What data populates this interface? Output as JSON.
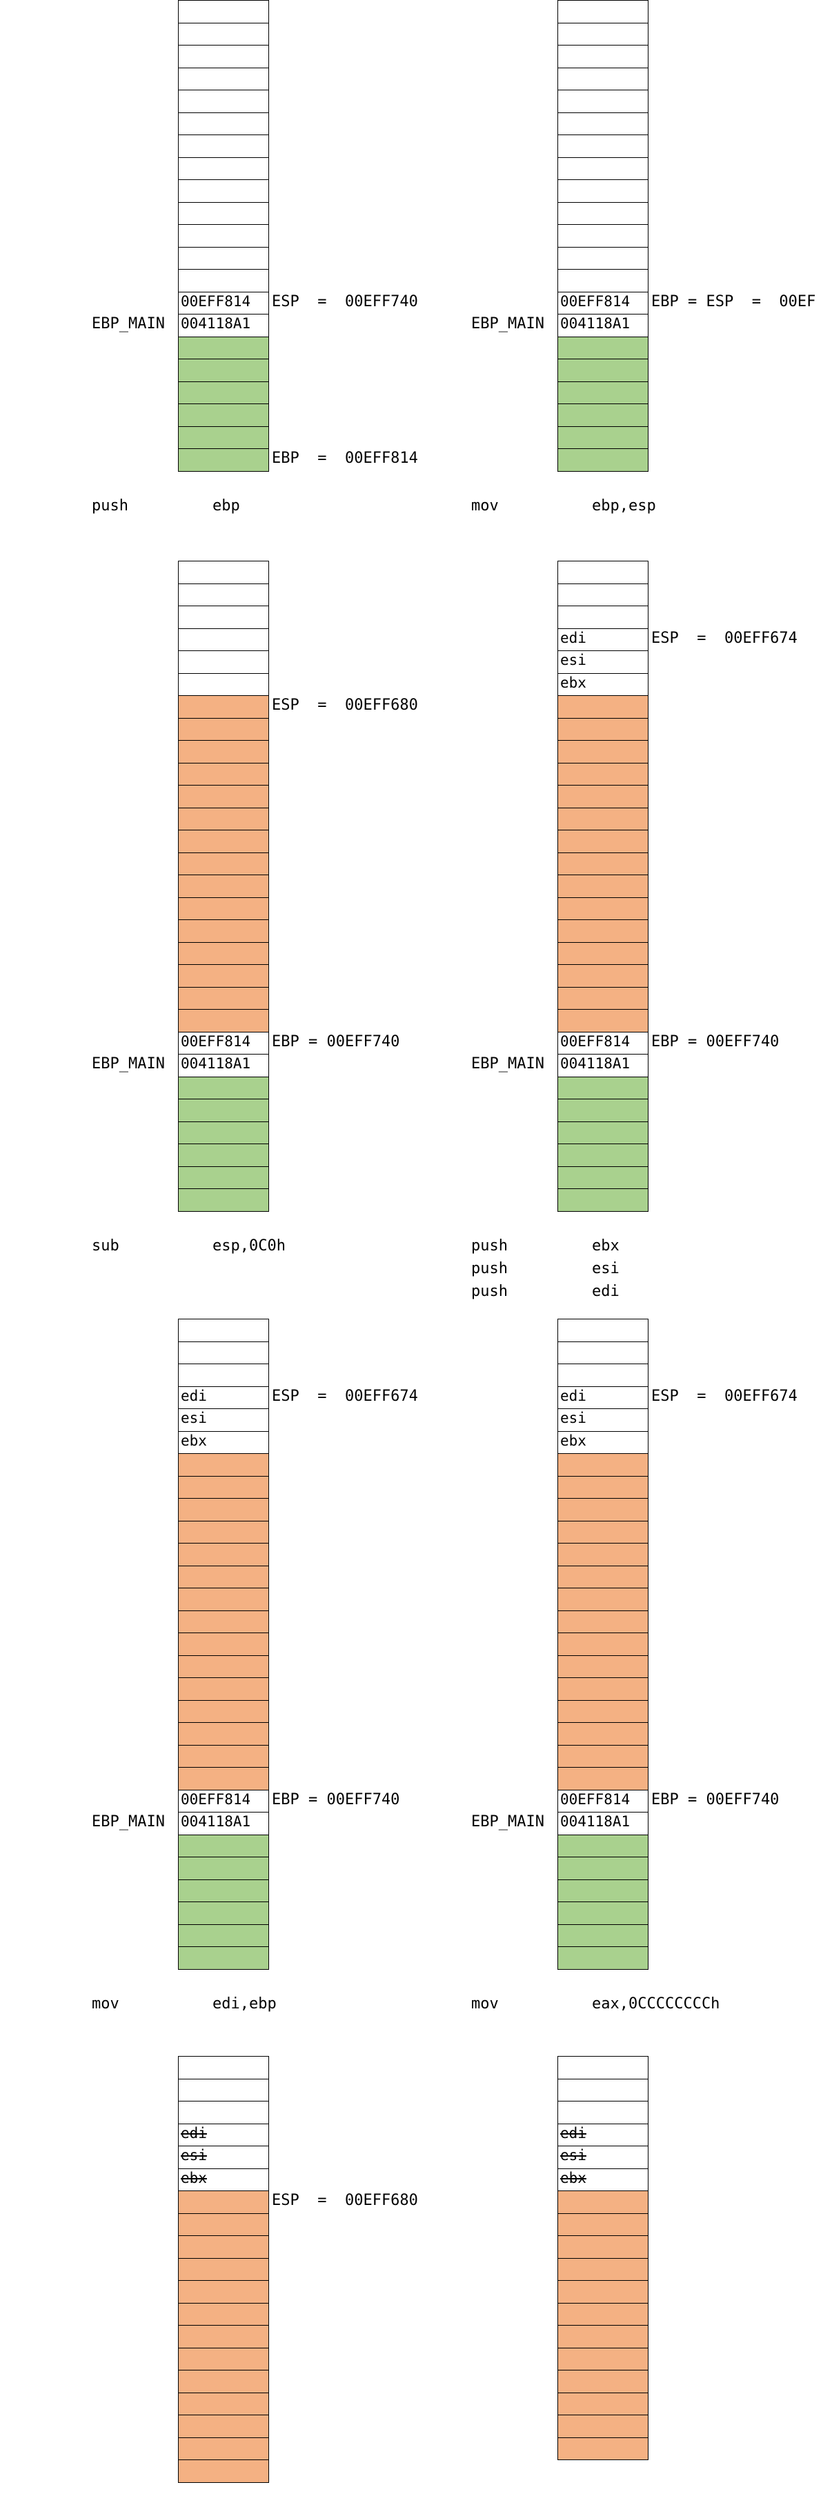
{
  "colors": {
    "stack_frame": "#a9d18e",
    "local_space": "#f4b183",
    "empty": "#ffffff",
    "line": "#000000"
  },
  "panels": [
    {
      "id": "p1",
      "cells": [
        {
          "t": "",
          "c": "w"
        },
        {
          "t": "",
          "c": "w"
        },
        {
          "t": "",
          "c": "w"
        },
        {
          "t": "",
          "c": "w"
        },
        {
          "t": "",
          "c": "w"
        },
        {
          "t": "",
          "c": "w"
        },
        {
          "t": "",
          "c": "w"
        },
        {
          "t": "",
          "c": "w"
        },
        {
          "t": "",
          "c": "w"
        },
        {
          "t": "",
          "c": "w"
        },
        {
          "t": "",
          "c": "w"
        },
        {
          "t": "",
          "c": "w"
        },
        {
          "t": "",
          "c": "w"
        },
        {
          "t": "00EFF814",
          "c": "w",
          "right": "ESP  =  00EFF740"
        },
        {
          "t": "004118A1",
          "c": "w",
          "left": "EBP_MAIN"
        },
        {
          "t": "",
          "c": "g"
        },
        {
          "t": "",
          "c": "g"
        },
        {
          "t": "",
          "c": "g"
        },
        {
          "t": "",
          "c": "g"
        },
        {
          "t": "",
          "c": "g"
        },
        {
          "t": "",
          "c": "g",
          "right": "EBP  =  00EFF814"
        }
      ],
      "instructions": [
        {
          "op": "push",
          "arg": "ebp"
        }
      ]
    },
    {
      "id": "p2",
      "cells": [
        {
          "t": "",
          "c": "w"
        },
        {
          "t": "",
          "c": "w"
        },
        {
          "t": "",
          "c": "w"
        },
        {
          "t": "",
          "c": "w"
        },
        {
          "t": "",
          "c": "w"
        },
        {
          "t": "",
          "c": "w"
        },
        {
          "t": "",
          "c": "w"
        },
        {
          "t": "",
          "c": "w"
        },
        {
          "t": "",
          "c": "w"
        },
        {
          "t": "",
          "c": "w"
        },
        {
          "t": "",
          "c": "w"
        },
        {
          "t": "",
          "c": "w"
        },
        {
          "t": "",
          "c": "w"
        },
        {
          "t": "00EFF814",
          "c": "w",
          "right": "EBP = ESP  =  00EF"
        },
        {
          "t": "004118A1",
          "c": "w",
          "left": "EBP_MAIN"
        },
        {
          "t": "",
          "c": "g"
        },
        {
          "t": "",
          "c": "g"
        },
        {
          "t": "",
          "c": "g"
        },
        {
          "t": "",
          "c": "g"
        },
        {
          "t": "",
          "c": "g"
        },
        {
          "t": "",
          "c": "g"
        }
      ],
      "instructions": [
        {
          "op": "mov",
          "arg": "ebp,esp"
        }
      ]
    },
    {
      "id": "p3",
      "cells": [
        {
          "t": "",
          "c": "w"
        },
        {
          "t": "",
          "c": "w"
        },
        {
          "t": "",
          "c": "w"
        },
        {
          "t": "",
          "c": "w"
        },
        {
          "t": "",
          "c": "w"
        },
        {
          "t": "",
          "c": "w"
        },
        {
          "t": "",
          "c": "o",
          "right": "ESP  =  00EFF680"
        },
        {
          "t": "",
          "c": "o"
        },
        {
          "t": "",
          "c": "o"
        },
        {
          "t": "",
          "c": "o"
        },
        {
          "t": "",
          "c": "o"
        },
        {
          "t": "",
          "c": "o"
        },
        {
          "t": "",
          "c": "o"
        },
        {
          "t": "",
          "c": "o"
        },
        {
          "t": "",
          "c": "o"
        },
        {
          "t": "",
          "c": "o"
        },
        {
          "t": "",
          "c": "o"
        },
        {
          "t": "",
          "c": "o"
        },
        {
          "t": "",
          "c": "o"
        },
        {
          "t": "",
          "c": "o"
        },
        {
          "t": "",
          "c": "o"
        },
        {
          "t": "00EFF814",
          "c": "w",
          "right": "EBP = 00EFF740"
        },
        {
          "t": "004118A1",
          "c": "w",
          "left": "EBP_MAIN"
        },
        {
          "t": "",
          "c": "g"
        },
        {
          "t": "",
          "c": "g"
        },
        {
          "t": "",
          "c": "g"
        },
        {
          "t": "",
          "c": "g"
        },
        {
          "t": "",
          "c": "g"
        },
        {
          "t": "",
          "c": "g"
        }
      ],
      "instructions": [
        {
          "op": "sub",
          "arg": "esp,0C0h"
        }
      ]
    },
    {
      "id": "p4",
      "cells": [
        {
          "t": "",
          "c": "w"
        },
        {
          "t": "",
          "c": "w"
        },
        {
          "t": "",
          "c": "w"
        },
        {
          "t": "edi",
          "c": "w",
          "right": "ESP  =  00EFF674"
        },
        {
          "t": "esi",
          "c": "w"
        },
        {
          "t": "ebx",
          "c": "w"
        },
        {
          "t": "",
          "c": "o"
        },
        {
          "t": "",
          "c": "o"
        },
        {
          "t": "",
          "c": "o"
        },
        {
          "t": "",
          "c": "o"
        },
        {
          "t": "",
          "c": "o"
        },
        {
          "t": "",
          "c": "o"
        },
        {
          "t": "",
          "c": "o"
        },
        {
          "t": "",
          "c": "o"
        },
        {
          "t": "",
          "c": "o"
        },
        {
          "t": "",
          "c": "o"
        },
        {
          "t": "",
          "c": "o"
        },
        {
          "t": "",
          "c": "o"
        },
        {
          "t": "",
          "c": "o"
        },
        {
          "t": "",
          "c": "o"
        },
        {
          "t": "",
          "c": "o"
        },
        {
          "t": "00EFF814",
          "c": "w",
          "right": "EBP = 00EFF740"
        },
        {
          "t": "004118A1",
          "c": "w",
          "left": "EBP_MAIN"
        },
        {
          "t": "",
          "c": "g"
        },
        {
          "t": "",
          "c": "g"
        },
        {
          "t": "",
          "c": "g"
        },
        {
          "t": "",
          "c": "g"
        },
        {
          "t": "",
          "c": "g"
        },
        {
          "t": "",
          "c": "g"
        }
      ],
      "instructions": [
        {
          "op": "push",
          "arg": "ebx"
        },
        {
          "op": "push",
          "arg": "esi"
        },
        {
          "op": "push",
          "arg": "edi"
        }
      ]
    },
    {
      "id": "p5",
      "cells": [
        {
          "t": "",
          "c": "w"
        },
        {
          "t": "",
          "c": "w"
        },
        {
          "t": "",
          "c": "w"
        },
        {
          "t": "edi",
          "c": "w",
          "right": "ESP  =  00EFF674"
        },
        {
          "t": "esi",
          "c": "w"
        },
        {
          "t": "ebx",
          "c": "w"
        },
        {
          "t": "",
          "c": "o"
        },
        {
          "t": "",
          "c": "o"
        },
        {
          "t": "",
          "c": "o"
        },
        {
          "t": "",
          "c": "o"
        },
        {
          "t": "",
          "c": "o"
        },
        {
          "t": "",
          "c": "o"
        },
        {
          "t": "",
          "c": "o"
        },
        {
          "t": "",
          "c": "o"
        },
        {
          "t": "",
          "c": "o"
        },
        {
          "t": "",
          "c": "o"
        },
        {
          "t": "",
          "c": "o"
        },
        {
          "t": "",
          "c": "o"
        },
        {
          "t": "",
          "c": "o"
        },
        {
          "t": "",
          "c": "o"
        },
        {
          "t": "",
          "c": "o"
        },
        {
          "t": "00EFF814",
          "c": "w",
          "right": "EBP = 00EFF740"
        },
        {
          "t": "004118A1",
          "c": "w",
          "left": "EBP_MAIN"
        },
        {
          "t": "",
          "c": "g"
        },
        {
          "t": "",
          "c": "g"
        },
        {
          "t": "",
          "c": "g"
        },
        {
          "t": "",
          "c": "g"
        },
        {
          "t": "",
          "c": "g"
        },
        {
          "t": "",
          "c": "g"
        }
      ],
      "instructions": [
        {
          "op": "mov",
          "arg": "edi,ebp"
        }
      ]
    },
    {
      "id": "p6",
      "cells": [
        {
          "t": "",
          "c": "w"
        },
        {
          "t": "",
          "c": "w"
        },
        {
          "t": "",
          "c": "w"
        },
        {
          "t": "edi",
          "c": "w",
          "right": "ESP  =  00EFF674"
        },
        {
          "t": "esi",
          "c": "w"
        },
        {
          "t": "ebx",
          "c": "w"
        },
        {
          "t": "",
          "c": "o"
        },
        {
          "t": "",
          "c": "o"
        },
        {
          "t": "",
          "c": "o"
        },
        {
          "t": "",
          "c": "o"
        },
        {
          "t": "",
          "c": "o"
        },
        {
          "t": "",
          "c": "o"
        },
        {
          "t": "",
          "c": "o"
        },
        {
          "t": "",
          "c": "o"
        },
        {
          "t": "",
          "c": "o"
        },
        {
          "t": "",
          "c": "o"
        },
        {
          "t": "",
          "c": "o"
        },
        {
          "t": "",
          "c": "o"
        },
        {
          "t": "",
          "c": "o"
        },
        {
          "t": "",
          "c": "o"
        },
        {
          "t": "",
          "c": "o"
        },
        {
          "t": "00EFF814",
          "c": "w",
          "right": "EBP = 00EFF740"
        },
        {
          "t": "004118A1",
          "c": "w",
          "left": "EBP_MAIN"
        },
        {
          "t": "",
          "c": "g"
        },
        {
          "t": "",
          "c": "g"
        },
        {
          "t": "",
          "c": "g"
        },
        {
          "t": "",
          "c": "g"
        },
        {
          "t": "",
          "c": "g"
        },
        {
          "t": "",
          "c": "g"
        }
      ],
      "instructions": [
        {
          "op": "mov",
          "arg": "eax,0CCCCCCCCh"
        }
      ]
    },
    {
      "id": "p7",
      "cells": [
        {
          "t": "",
          "c": "w"
        },
        {
          "t": "",
          "c": "w"
        },
        {
          "t": "",
          "c": "w"
        },
        {
          "t": "edi",
          "c": "w",
          "strike": true
        },
        {
          "t": "esi",
          "c": "w",
          "strike": true
        },
        {
          "t": "ebx",
          "c": "w",
          "strike": true
        },
        {
          "t": "",
          "c": "o",
          "right": "ESP  =  00EFF680"
        },
        {
          "t": "",
          "c": "o"
        },
        {
          "t": "",
          "c": "o"
        },
        {
          "t": "",
          "c": "o"
        },
        {
          "t": "",
          "c": "o"
        },
        {
          "t": "",
          "c": "o"
        },
        {
          "t": "",
          "c": "o"
        },
        {
          "t": "",
          "c": "o"
        },
        {
          "t": "",
          "c": "o"
        },
        {
          "t": "",
          "c": "o"
        },
        {
          "t": "",
          "c": "o"
        },
        {
          "t": "",
          "c": "o"
        },
        {
          "t": "",
          "c": "o"
        }
      ],
      "instructions": []
    },
    {
      "id": "p8",
      "cells": [
        {
          "t": "",
          "c": "w"
        },
        {
          "t": "",
          "c": "w"
        },
        {
          "t": "",
          "c": "w"
        },
        {
          "t": "edi",
          "c": "w",
          "strike": true
        },
        {
          "t": "esi",
          "c": "w",
          "strike": true
        },
        {
          "t": "ebx",
          "c": "w",
          "strike": true
        },
        {
          "t": "",
          "c": "o"
        },
        {
          "t": "",
          "c": "o"
        },
        {
          "t": "",
          "c": "o"
        },
        {
          "t": "",
          "c": "o"
        },
        {
          "t": "",
          "c": "o"
        },
        {
          "t": "",
          "c": "o"
        },
        {
          "t": "",
          "c": "o"
        },
        {
          "t": "",
          "c": "o"
        },
        {
          "t": "",
          "c": "o"
        },
        {
          "t": "",
          "c": "o"
        },
        {
          "t": "",
          "c": "o"
        },
        {
          "t": "",
          "c": "o"
        }
      ],
      "instructions": []
    }
  ]
}
